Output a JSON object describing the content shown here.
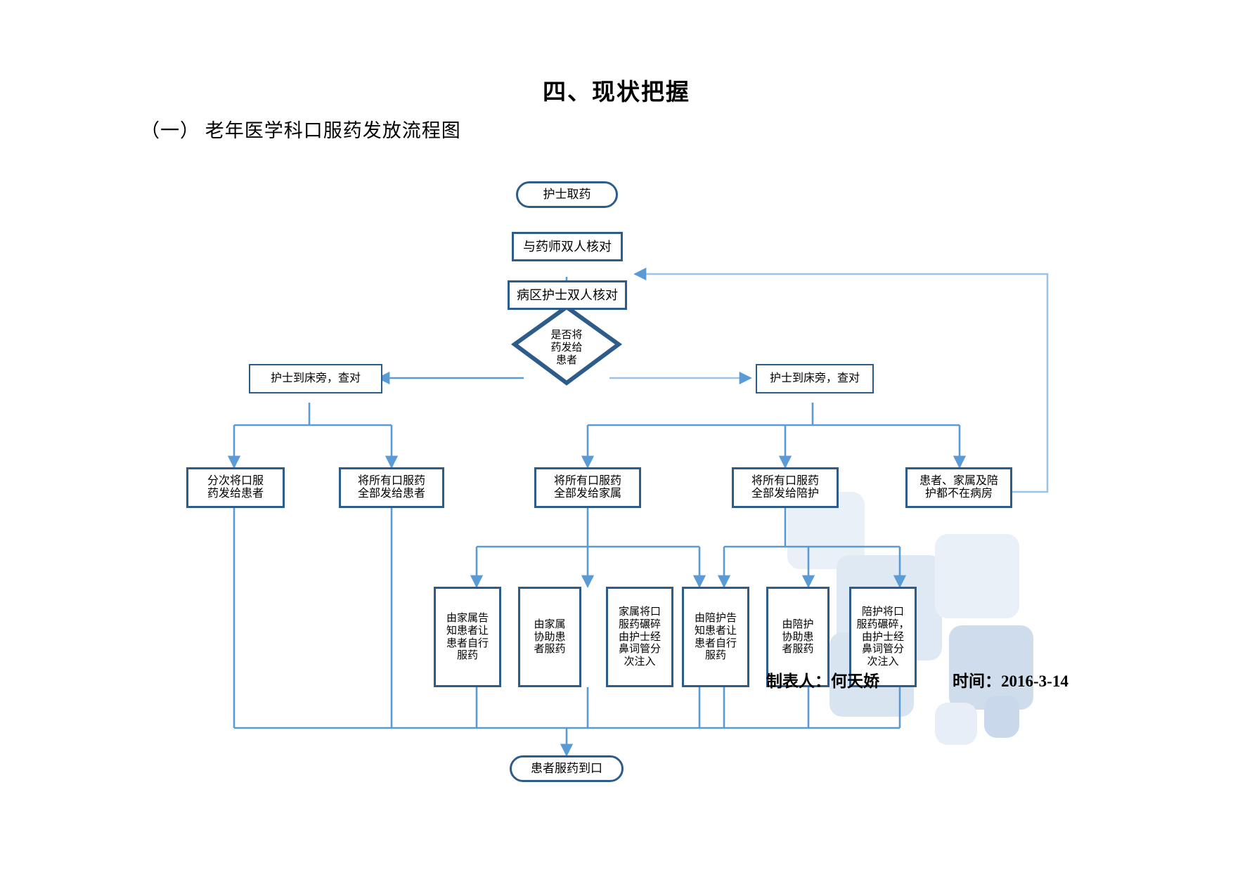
{
  "document": {
    "title": "四、现状把握",
    "subtitle": "（一） 老年医学科口服药发放流程图"
  },
  "footer": {
    "maker": "制表人：何天娇",
    "date": "时间：2016-3-14"
  },
  "colors": {
    "node_border": "#2e5c8a",
    "connector": "#5b9bd5",
    "node_fill": "#ffffff",
    "text": "#000000",
    "decor": "#dce6f1"
  },
  "chart_data": {
    "type": "flowchart",
    "title": "老年医学科口服药发放流程图",
    "nodes": [
      {
        "id": "start",
        "shape": "terminator",
        "label": "护士取药"
      },
      {
        "id": "pharm_check",
        "shape": "process",
        "label": "与药师双人核对"
      },
      {
        "id": "ward_check",
        "shape": "process",
        "label": "病区护士双人核对"
      },
      {
        "id": "decision",
        "shape": "decision",
        "label": "是否将\n药发给\n患者"
      },
      {
        "id": "nurse_left",
        "shape": "process",
        "label": "护士到床旁，查对"
      },
      {
        "id": "nurse_right",
        "shape": "process",
        "label": "护士到床旁，查对"
      },
      {
        "id": "split_give",
        "shape": "process",
        "label": "分次将口服\n药发给患者"
      },
      {
        "id": "all_patient",
        "shape": "process",
        "label": "将所有口服药\n全部发给患者"
      },
      {
        "id": "all_family",
        "shape": "process",
        "label": "将所有口服药\n全部发给家属"
      },
      {
        "id": "all_caregiver",
        "shape": "process",
        "label": "将所有口服药\n全部发给陪护"
      },
      {
        "id": "nobody",
        "shape": "process",
        "label": "患者、家属及陪\n护都不在病房"
      },
      {
        "id": "fam_tell",
        "shape": "process",
        "label": "由家属告\n知患者让\n患者自行\n服药"
      },
      {
        "id": "fam_help",
        "shape": "process",
        "label": "由家属\n协助患\n者服药"
      },
      {
        "id": "fam_crush",
        "shape": "process",
        "label": "家属将口\n服药碾碎\n由护士经\n鼻词管分\n次注入"
      },
      {
        "id": "care_tell",
        "shape": "process",
        "label": "由陪护告\n知患者让\n患者自行\n服药"
      },
      {
        "id": "care_help",
        "shape": "process",
        "label": "由陪护\n协助患\n者服药"
      },
      {
        "id": "care_crush",
        "shape": "process",
        "label": "陪护将口\n服药碾碎，\n由护士经\n鼻词管分\n次注入"
      },
      {
        "id": "end",
        "shape": "terminator",
        "label": "患者服药到口"
      }
    ],
    "edges": [
      {
        "from": "start",
        "to": "pharm_check"
      },
      {
        "from": "pharm_check",
        "to": "ward_check"
      },
      {
        "from": "ward_check",
        "to": "decision"
      },
      {
        "from": "decision",
        "to": "nurse_left"
      },
      {
        "from": "decision",
        "to": "nurse_right"
      },
      {
        "from": "nurse_left",
        "to": "split_give"
      },
      {
        "from": "nurse_left",
        "to": "all_patient"
      },
      {
        "from": "nurse_right",
        "to": "all_family"
      },
      {
        "from": "nurse_right",
        "to": "all_caregiver"
      },
      {
        "from": "nurse_right",
        "to": "nobody"
      },
      {
        "from": "all_family",
        "to": "fam_tell"
      },
      {
        "from": "all_family",
        "to": "fam_help"
      },
      {
        "from": "all_family",
        "to": "fam_crush"
      },
      {
        "from": "all_caregiver",
        "to": "care_tell"
      },
      {
        "from": "all_caregiver",
        "to": "care_help"
      },
      {
        "from": "all_caregiver",
        "to": "care_crush"
      },
      {
        "from": "nobody",
        "to": "ward_check",
        "style": "feedback-loop"
      },
      {
        "from": "split_give",
        "to": "end"
      },
      {
        "from": "all_patient",
        "to": "end"
      },
      {
        "from": "fam_tell",
        "to": "end"
      },
      {
        "from": "fam_help",
        "to": "end"
      },
      {
        "from": "fam_crush",
        "to": "end"
      },
      {
        "from": "care_tell",
        "to": "end"
      },
      {
        "from": "care_help",
        "to": "end"
      },
      {
        "from": "care_crush",
        "to": "end"
      }
    ]
  }
}
